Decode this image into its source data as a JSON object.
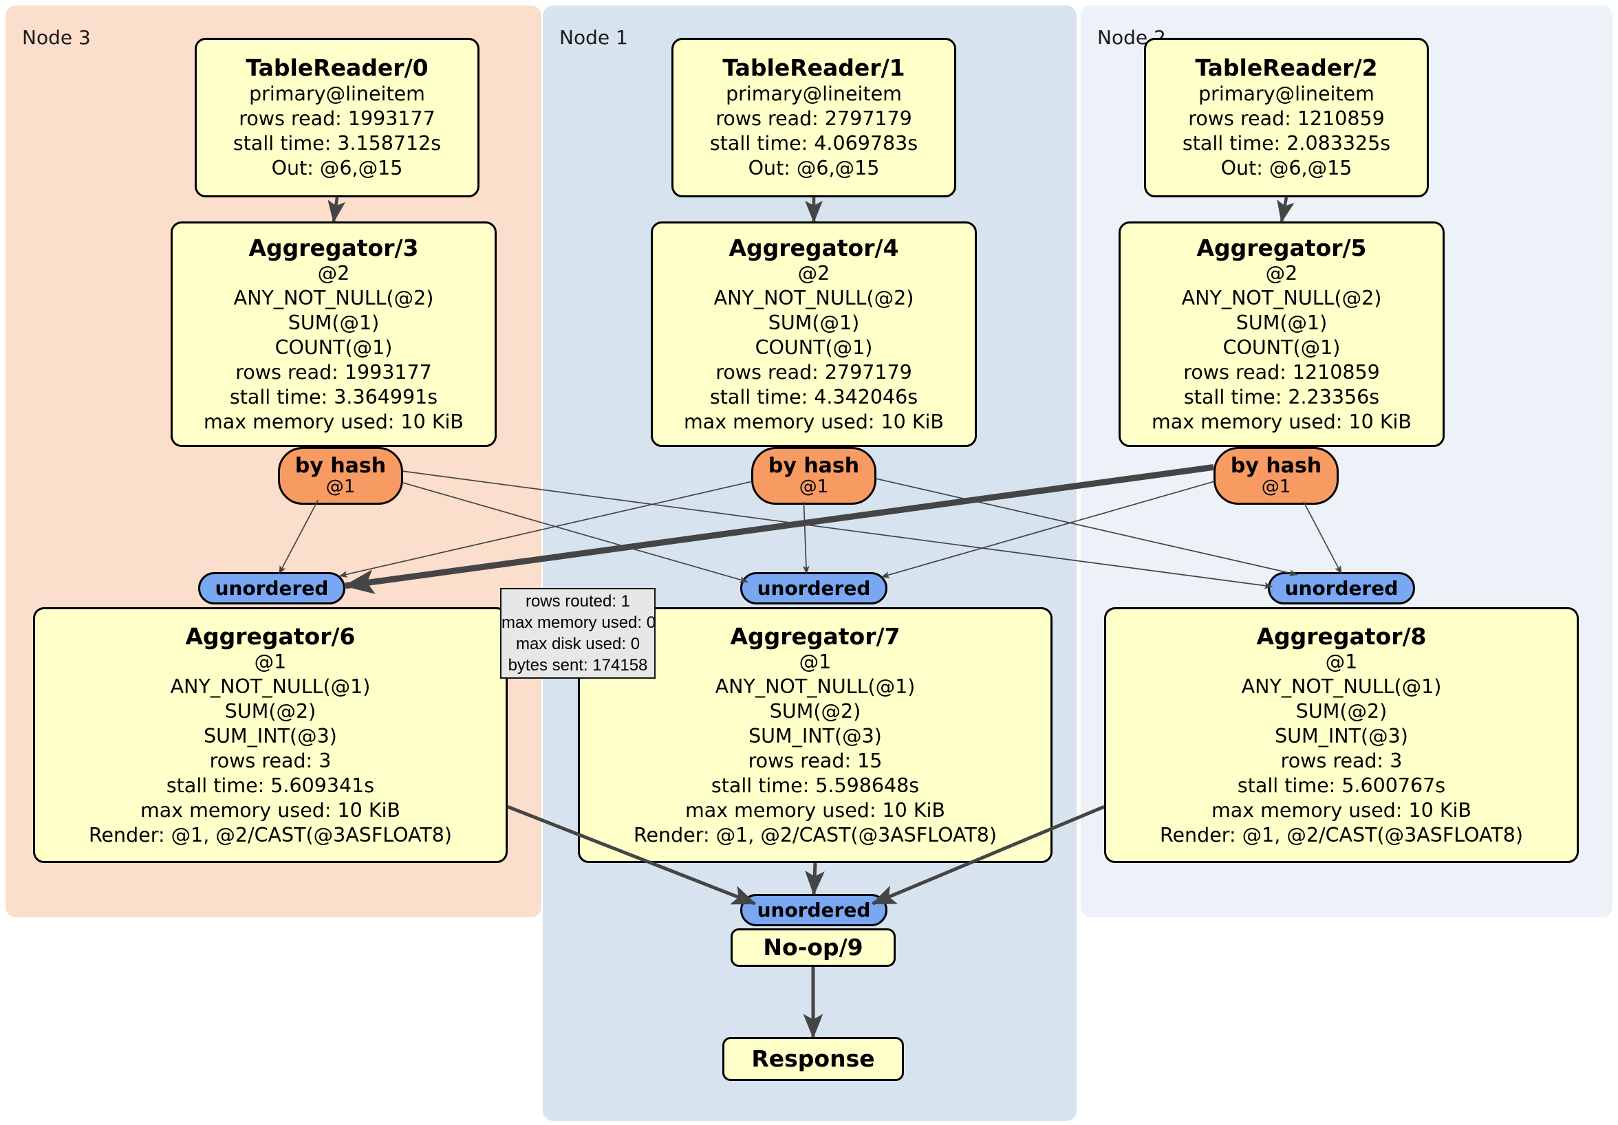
{
  "colors": {
    "node3_bg": "#fbdecb",
    "node1_bg": "#d7e3ee",
    "node2_bg": "#edf1f8",
    "processor_fill": "#ffffc9",
    "processor_border": "#000000",
    "router_hash_fill": "#f89b63",
    "router_unordered_fill": "#7aa7f2",
    "edge": "#454545",
    "tooltip_bg": "#e7e7e7"
  },
  "panels": {
    "node3": {
      "label": "Node 3"
    },
    "node1": {
      "label": "Node 1"
    },
    "node2": {
      "label": "Node 2"
    }
  },
  "processors": {
    "tr0": {
      "title": "TableReader/0",
      "lines": [
        "primary@lineitem",
        "rows read: 1993177",
        "stall time: 3.158712s",
        "Out: @6,@15"
      ]
    },
    "tr1": {
      "title": "TableReader/1",
      "lines": [
        "primary@lineitem",
        "rows read: 2797179",
        "stall time: 4.069783s",
        "Out: @6,@15"
      ]
    },
    "tr2": {
      "title": "TableReader/2",
      "lines": [
        "primary@lineitem",
        "rows read: 1210859",
        "stall time: 2.083325s",
        "Out: @6,@15"
      ]
    },
    "agg3": {
      "title": "Aggregator/3",
      "lines": [
        "@2",
        "ANY_NOT_NULL(@2)",
        "SUM(@1)",
        "COUNT(@1)",
        "rows read: 1993177",
        "stall time: 3.364991s",
        "max memory used: 10 KiB"
      ]
    },
    "agg4": {
      "title": "Aggregator/4",
      "lines": [
        "@2",
        "ANY_NOT_NULL(@2)",
        "SUM(@1)",
        "COUNT(@1)",
        "rows read: 2797179",
        "stall time: 4.342046s",
        "max memory used: 10 KiB"
      ]
    },
    "agg5": {
      "title": "Aggregator/5",
      "lines": [
        "@2",
        "ANY_NOT_NULL(@2)",
        "SUM(@1)",
        "COUNT(@1)",
        "rows read: 1210859",
        "stall time: 2.23356s",
        "max memory used: 10 KiB"
      ]
    },
    "agg6": {
      "title": "Aggregator/6",
      "lines": [
        "@1",
        "ANY_NOT_NULL(@1)",
        "SUM(@2)",
        "SUM_INT(@3)",
        "rows read: 3",
        "stall time: 5.609341s",
        "max memory used: 10 KiB",
        "Render: @1, @2/CAST(@3ASFLOAT8)"
      ]
    },
    "agg7": {
      "title": "Aggregator/7",
      "lines": [
        "@1",
        "ANY_NOT_NULL(@1)",
        "SUM(@2)",
        "SUM_INT(@3)",
        "rows read: 15",
        "stall time: 5.598648s",
        "max memory used: 10 KiB",
        "Render: @1, @2/CAST(@3ASFLOAT8)"
      ]
    },
    "agg8": {
      "title": "Aggregator/8",
      "lines": [
        "@1",
        "ANY_NOT_NULL(@1)",
        "SUM(@2)",
        "SUM_INT(@3)",
        "rows read: 3",
        "stall time: 5.600767s",
        "max memory used: 10 KiB",
        "Render: @1, @2/CAST(@3ASFLOAT8)"
      ]
    },
    "noop9": {
      "title": "No-op/9"
    },
    "response": {
      "title": "Response"
    }
  },
  "routers": {
    "byhash3": {
      "label": "by hash",
      "sub": "@1"
    },
    "byhash4": {
      "label": "by hash",
      "sub": "@1"
    },
    "byhash5": {
      "label": "by hash",
      "sub": "@1"
    },
    "unordered3": {
      "label": "unordered"
    },
    "unordered1": {
      "label": "unordered"
    },
    "unordered2": {
      "label": "unordered"
    },
    "unorderedFinal": {
      "label": "unordered"
    }
  },
  "tooltip": {
    "lines": [
      "rows routed: 1",
      "max memory used: 0",
      "max disk used: 0",
      "bytes sent: 174158"
    ]
  },
  "edges": [
    {
      "from": "processor-table-reader-0",
      "to": "processor-aggregator-3",
      "w": 4.5,
      "s": [
        0.5,
        1
      ],
      "t": [
        0.5,
        0
      ]
    },
    {
      "from": "processor-table-reader-1",
      "to": "processor-aggregator-4",
      "w": 4.5,
      "s": [
        0.5,
        1
      ],
      "t": [
        0.5,
        0
      ]
    },
    {
      "from": "processor-table-reader-2",
      "to": "processor-aggregator-5",
      "w": 4.5,
      "s": [
        0.5,
        1
      ],
      "t": [
        0.5,
        0
      ]
    },
    {
      "from": "router-by-hash-3",
      "to": "stream-unordered-node3",
      "w": 1.7,
      "s": [
        0.32,
        0.92
      ],
      "t": [
        0.55,
        0.05
      ]
    },
    {
      "from": "router-by-hash-3",
      "to": "stream-unordered-node1",
      "w": 1.7,
      "s": [
        1,
        0.62
      ],
      "t": [
        0.05,
        0.3
      ]
    },
    {
      "from": "router-by-hash-3",
      "to": "stream-unordered-node2",
      "w": 1.7,
      "s": [
        1,
        0.42
      ],
      "t": [
        0.03,
        0.45
      ]
    },
    {
      "from": "router-by-hash-4",
      "to": "stream-unordered-node3",
      "w": 1.7,
      "s": [
        0,
        0.6
      ],
      "t": [
        0.96,
        0.12
      ]
    },
    {
      "from": "router-by-hash-4",
      "to": "stream-unordered-node1",
      "w": 1.7,
      "s": [
        0.42,
        0.95
      ],
      "t": [
        0.45,
        0.05
      ]
    },
    {
      "from": "router-by-hash-4",
      "to": "stream-unordered-node2",
      "w": 1.7,
      "s": [
        1,
        0.55
      ],
      "t": [
        0.2,
        0.08
      ]
    },
    {
      "from": "router-by-hash-5",
      "to": "stream-unordered-node3",
      "w": 9,
      "s": [
        0,
        0.35
      ],
      "t": [
        1,
        0.42
      ]
    },
    {
      "from": "router-by-hash-5",
      "to": "stream-unordered-node1",
      "w": 1.7,
      "s": [
        0,
        0.6
      ],
      "t": [
        0.96,
        0.15
      ]
    },
    {
      "from": "router-by-hash-5",
      "to": "stream-unordered-node2",
      "w": 1.7,
      "s": [
        0.72,
        0.95
      ],
      "t": [
        0.5,
        0.05
      ]
    },
    {
      "from": "processor-aggregator-6",
      "to": "stream-unordered-final",
      "w": 5,
      "s": [
        1,
        0.78
      ],
      "t": [
        0.1,
        0.3
      ]
    },
    {
      "from": "processor-aggregator-7",
      "to": "stream-unordered-final",
      "w": 5,
      "s": [
        0.5,
        1
      ],
      "t": [
        0.5,
        0
      ]
    },
    {
      "from": "processor-aggregator-8",
      "to": "stream-unordered-final",
      "w": 5,
      "s": [
        0,
        0.78
      ],
      "t": [
        0.9,
        0.3
      ]
    },
    {
      "from": "processor-no-op-9",
      "to": "processor-response",
      "w": 5,
      "s": [
        0.5,
        1
      ],
      "t": [
        0.5,
        0
      ]
    }
  ]
}
